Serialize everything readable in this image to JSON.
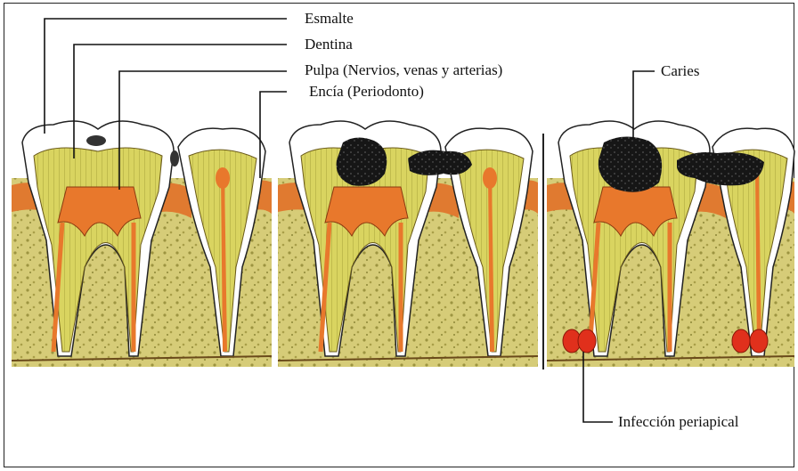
{
  "labels": {
    "enamel": "Esmalte",
    "dentin": "Dentina",
    "pulp": "Pulpa (Nervios, venas y arterias)",
    "gum": "Encía (Periodonto)",
    "caries": "Caries",
    "infection": "Infección periapical"
  },
  "colors": {
    "enamel": "#ffffff",
    "dentin": "#d8d25a",
    "pulp": "#e8782c",
    "gum": "#e07a30",
    "bone": "#cfc470",
    "caries": "#1a1a1a",
    "infection": "#e0301c",
    "leader": "#111111"
  }
}
